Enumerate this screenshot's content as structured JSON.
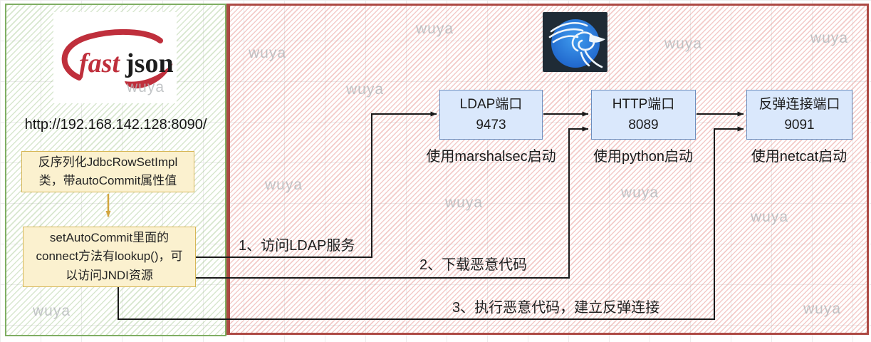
{
  "watermark": "wuya",
  "colors": {
    "zone_green_border": "#7fae63",
    "zone_red_border": "#ad4a44",
    "node_blue_fill": "#dae8fc",
    "node_blue_stroke": "#6c8ebf",
    "note_yellow_fill": "#fbf1cf",
    "note_yellow_stroke": "#d6b656",
    "down_arrow": "#d2a53e",
    "connector": "#1a1a1a"
  },
  "icons": {
    "fastjson": "fastjson-logo",
    "kali": "kali-linux-logo"
  },
  "victim": {
    "logo_fast": "fast",
    "logo_json": "json",
    "url": "http://192.168.142.128:8090/",
    "payload_note_lines": [
      "反序列化JdbcRowSetImpl",
      "类，带autoCommit属性值"
    ],
    "gadget_note_lines": [
      "setAutoCommit里面的",
      "connect方法有lookup()，可",
      "以访问JNDI资源"
    ]
  },
  "attacker": {
    "nodes": [
      {
        "title": "LDAP端口",
        "port": "9473",
        "caption": "使用marshalsec启动"
      },
      {
        "title": "HTTP端口",
        "port": "8089",
        "caption": "使用python启动"
      },
      {
        "title": "反弹连接端口",
        "port": "9091",
        "caption": "使用netcat启动"
      }
    ],
    "edges": [
      {
        "label": "1、访问LDAP服务"
      },
      {
        "label": "2、下载恶意代码"
      },
      {
        "label": "3、执行恶意代码，建立反弹连接"
      }
    ]
  }
}
